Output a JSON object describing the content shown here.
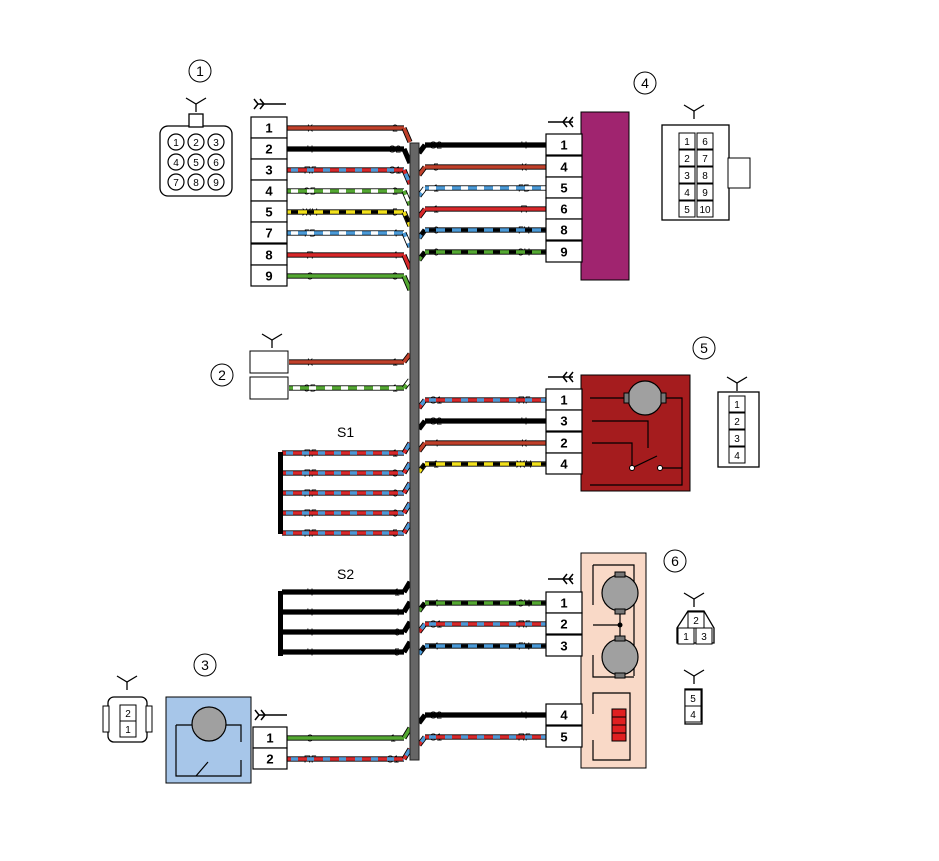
{
  "callouts": [
    "1",
    "2",
    "3",
    "4",
    "5",
    "6"
  ],
  "c1": {
    "pins": [
      "1",
      "2",
      "3",
      "4",
      "5",
      "7",
      "8",
      "9"
    ],
    "cavities": [
      "1",
      "2",
      "3",
      "4",
      "5",
      "6",
      "7",
      "8",
      "9"
    ],
    "wires": [
      {
        "color": "К",
        "end": "2"
      },
      {
        "color": "Ч",
        "end": "S2"
      },
      {
        "color": "ПГ",
        "end": "S1"
      },
      {
        "color": "ЗБ",
        "end": "2"
      },
      {
        "color": "ЖЧ",
        "end": "5"
      },
      {
        "color": "ГБ",
        "end": "4"
      },
      {
        "color": "П",
        "end": "4"
      },
      {
        "color": "З",
        "end": "3"
      }
    ]
  },
  "c2": {
    "wires": [
      {
        "color": "К",
        "end": "1"
      },
      {
        "color": "ЗБ",
        "end": "1"
      }
    ]
  },
  "c3": {
    "pins": [
      "1",
      "2"
    ],
    "cavities": [
      "2",
      "1"
    ],
    "wires": [
      {
        "color": "З",
        "end": "1"
      },
      {
        "color": "ПГ",
        "end": "S1"
      }
    ]
  },
  "c4": {
    "pins": [
      "1",
      "4",
      "5",
      "6",
      "8",
      "9"
    ],
    "cavities": [
      "1",
      "6",
      "2",
      "7",
      "3",
      "8",
      "4",
      "9",
      "5",
      "10"
    ],
    "wires": [
      {
        "start": "S2",
        "color": "Ч"
      },
      {
        "start": "5",
        "color": "К"
      },
      {
        "start": "1",
        "color": "ГБ"
      },
      {
        "start": "1",
        "color": "П"
      },
      {
        "start": "6",
        "color": "ГЧ"
      },
      {
        "start": "6",
        "color": "ЗЧ"
      }
    ]
  },
  "c5": {
    "pins": [
      "1",
      "3",
      "2",
      "4"
    ],
    "cavities": [
      "1",
      "2",
      "3",
      "4"
    ],
    "wires": [
      {
        "start": "S1",
        "color": "ПГ"
      },
      {
        "start": "S2",
        "color": "Ч"
      },
      {
        "start": "4",
        "color": "К"
      },
      {
        "start": "1",
        "color": "ЖЧ"
      }
    ]
  },
  "c6": {
    "pins": [
      "1",
      "2",
      "3",
      "4",
      "5"
    ],
    "cav_a": [
      "2",
      "1",
      "3"
    ],
    "cav_b": [
      "5",
      "4"
    ],
    "wires": [
      {
        "start": "4",
        "color": "ЗЧ"
      },
      {
        "start": "S1",
        "color": "ПГ"
      },
      {
        "start": "4",
        "color": "ГЧ"
      },
      {
        "start": "S2",
        "color": "Ч"
      },
      {
        "start": "S1",
        "color": "ПГ"
      }
    ]
  },
  "s1": {
    "title": "S1",
    "wires": [
      {
        "color": "ПГ",
        "end": "1"
      },
      {
        "color": "ПГ",
        "end": "3"
      },
      {
        "color": "ПГ",
        "end": "6"
      },
      {
        "color": "ПГ",
        "end": "6"
      },
      {
        "color": "ПГ",
        "end": "5"
      }
    ]
  },
  "s2": {
    "title": "S2",
    "wires": [
      {
        "color": "Ч",
        "end": "1"
      },
      {
        "color": "Ч",
        "end": "4"
      },
      {
        "color": "Ч",
        "end": "6"
      },
      {
        "color": "Ч",
        "end": "5"
      }
    ]
  },
  "colors": {
    "К": "#c0402a",
    "Ч": "#000000",
    "П": "#d8282a",
    "Г": "#4a9ad8",
    "Ж": "#f2e11c",
    "З": "#54a832",
    "Б": "#ffffff",
    "bundle": "#666666",
    "relay_block": "#a0246f",
    "switch_block": "#a51c1e",
    "motor_block": "#f9d9c7",
    "fan3_block": "#a7c6e9",
    "heater": "#e02020"
  }
}
